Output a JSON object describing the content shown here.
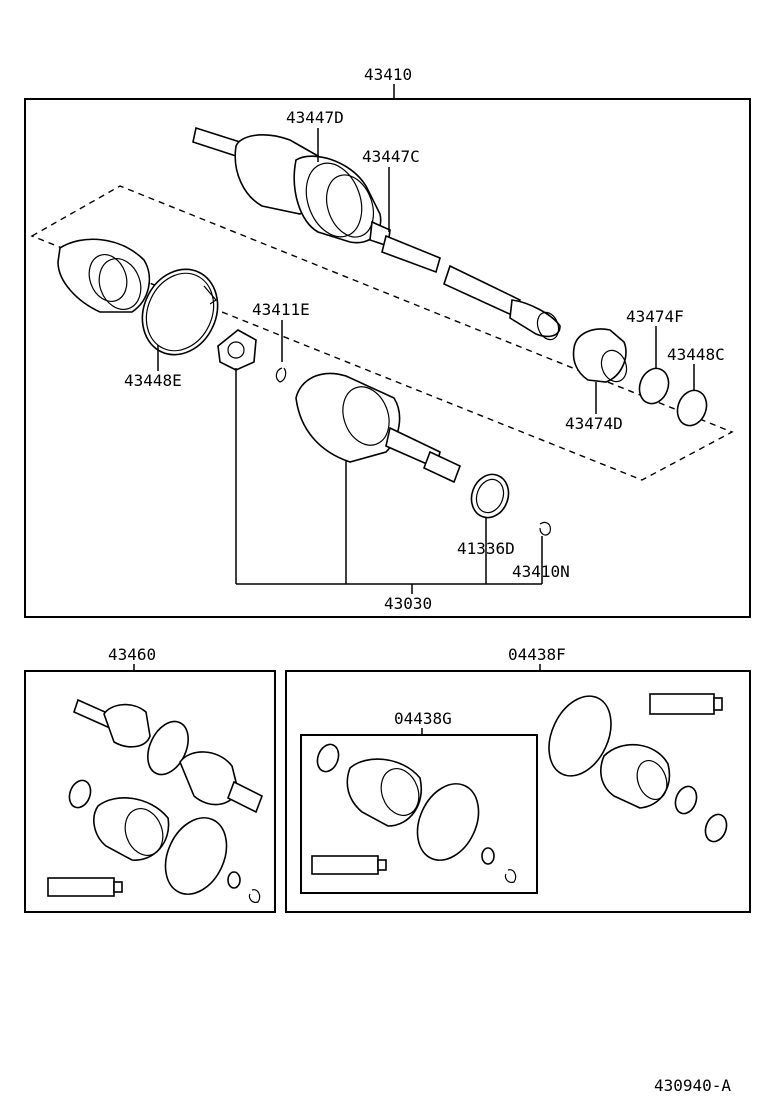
{
  "labels": {
    "assembly_main": "43410",
    "joint_outer_top": "43447D",
    "joint_outer_second": "43447C",
    "outer_clamp_large": "43448E",
    "snap_ring_small": "43411E",
    "damper_band": "43474F",
    "damper_clamp": "43448C",
    "damper": "43474D",
    "dust_seal": "41336D",
    "snap_ring_end": "43410N",
    "inner_joint_assy": "43030",
    "outer_joint_kit": "43460",
    "boot_kit_big": "04438F",
    "boot_kit_small": "04438G",
    "figure_code": "430940-A"
  }
}
